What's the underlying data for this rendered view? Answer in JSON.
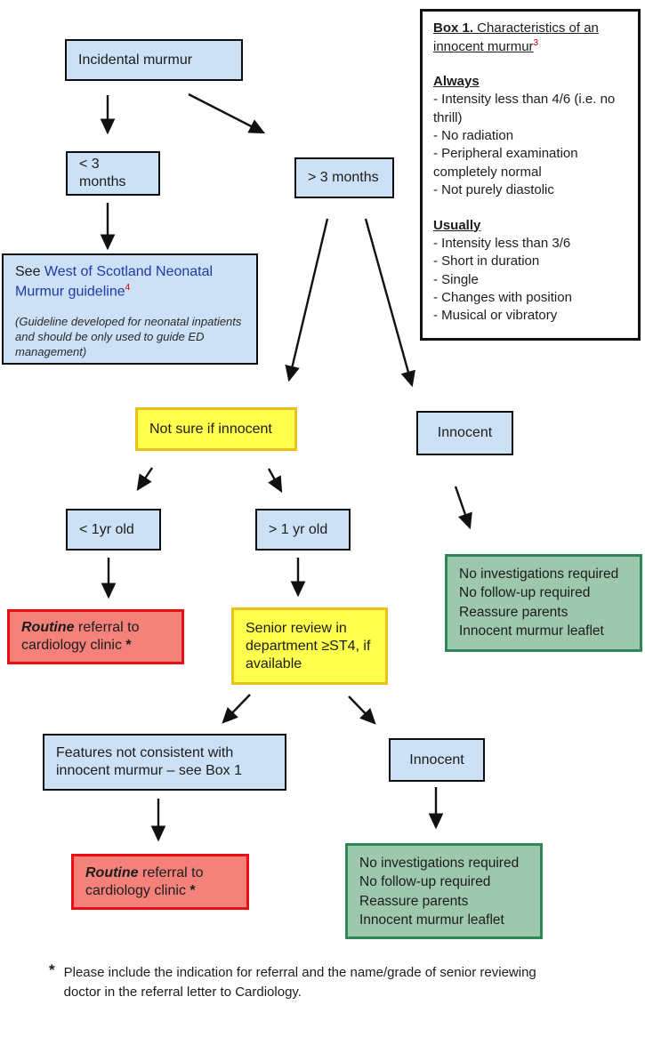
{
  "flowchart": {
    "nodes": {
      "incidental_murmur": {
        "label": "Incidental murmur"
      },
      "lt_3_months": {
        "label": "< 3 months"
      },
      "gt_3_months": {
        "label": "> 3 months"
      },
      "guideline": {
        "prefix": "See ",
        "link_text": "West of Scotland Neonatal Murmur guideline",
        "superscript": "4",
        "note": "(Guideline developed for neonatal inpatients and should be only used to guide ED management)"
      },
      "not_sure": {
        "label": "Not sure if innocent"
      },
      "innocent_1": {
        "label": "Innocent"
      },
      "lt_1yr": {
        "label": "< 1yr old"
      },
      "gt_1yr": {
        "label": "> 1 yr old"
      },
      "routine_referral_1": {
        "em": "Routine",
        "rest": " referral to cardiology clinic ",
        "star": "*"
      },
      "senior_review": {
        "label": "Senior review in department ≥ST4, if available"
      },
      "green_outcome_1": {
        "lines": [
          "No investigations required",
          "No follow-up required",
          "Reassure parents",
          "Innocent murmur leaflet"
        ]
      },
      "features_not_consistent": {
        "label": "Features not consistent with innocent murmur – see Box 1"
      },
      "innocent_2": {
        "label": "Innocent"
      },
      "routine_referral_2": {
        "em": "Routine",
        "rest": " referral to cardiology clinic ",
        "star": "*"
      },
      "green_outcome_2": {
        "lines": [
          "No investigations required",
          "No follow-up required",
          "Reassure parents",
          "Innocent murmur leaflet"
        ]
      }
    },
    "box1": {
      "title_bold": "Box 1.",
      "title_rest": " Characteristics of an innocent murmur",
      "superscript": "3",
      "sections": [
        {
          "heading": "Always",
          "items": [
            "- Intensity less than 4/6 (i.e. no thrill)",
            "- No radiation",
            "- Peripheral examination completely normal",
            "- Not purely diastolic"
          ]
        },
        {
          "heading": "Usually",
          "items": [
            "- Intensity less than 3/6",
            "- Short in duration",
            "- Single",
            "- Changes with position",
            "- Musical or vibratory"
          ]
        }
      ]
    },
    "footnote": {
      "marker": "*",
      "text": "Please include the indication for referral and the name/grade of senior reviewing doctor in the referral letter to Cardiology."
    },
    "colors": {
      "blue_fill": "#cce1f6",
      "yellow_fill": "#ffff4d",
      "yellow_border": "#ecc01c",
      "red_fill": "#f4827b",
      "red_border": "#eb0e12",
      "green_fill": "#9ec8ad",
      "green_border": "#2f8757",
      "link_blue": "#1f3aa6",
      "superscript_red": "#cc0000"
    }
  }
}
